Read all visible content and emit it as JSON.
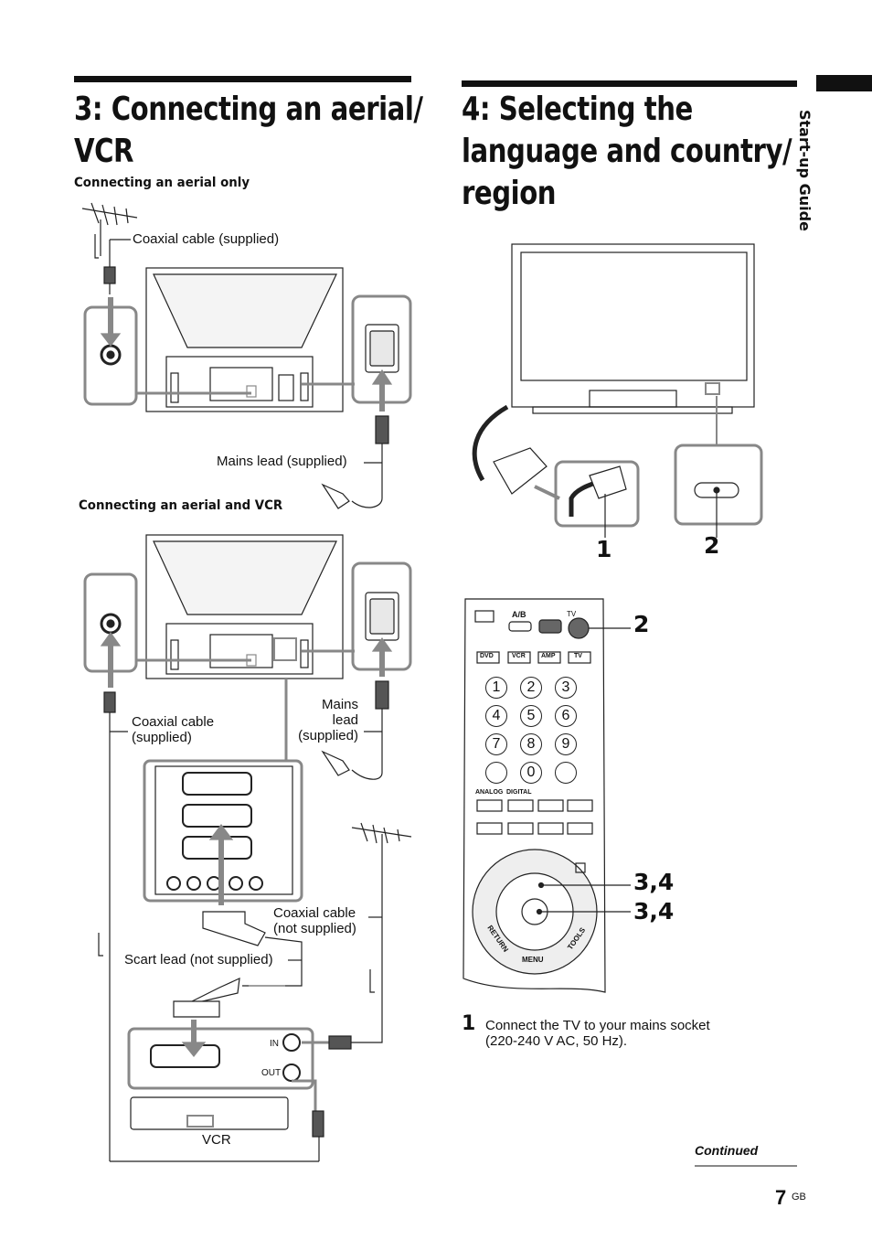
{
  "left_section": {
    "heading": "3: Connecting an aerial/\nVCR",
    "sub_aerial_only": "Connecting an aerial only",
    "sub_aerial_vcr": "Connecting an aerial and VCR",
    "coax_supplied": "Coaxial cable (supplied)",
    "mains_supplied": "Mains lead (supplied)",
    "coax_supplied_2": "Coaxial cable\n(supplied)",
    "mains_2": "Mains\nlead\n(supplied)",
    "coax_not_supplied": "Coaxial cable\n(not supplied)",
    "scart_lead": "Scart lead (not supplied)",
    "vcr_in": "IN",
    "vcr_out": "OUT",
    "vcr_label": "VCR"
  },
  "right_section": {
    "heading": "4: Selecting the\nlanguage and country/\nregion",
    "callout_1": "1",
    "callout_2": "2",
    "remote_callout_2": "2",
    "remote_callout_34a": "3,4",
    "remote_callout_34b": "3,4",
    "step1_number": "1",
    "step1_text": "Connect the TV to your mains socket\n(220-240 V AC, 50 Hz).",
    "continued": "Continued"
  },
  "remote": {
    "ab": "A/B",
    "tv": "TV",
    "btn_dvd": "DVD",
    "btn_vcr": "VCR",
    "btn_amp": "AMP",
    "btn_tv": "TV",
    "digits": [
      "1",
      "2",
      "3",
      "4",
      "5",
      "6",
      "7",
      "8",
      "9",
      "",
      "0",
      ""
    ],
    "analog": "ANALOG",
    "digital": "DIGITAL",
    "return": "RETURN",
    "tools": "TOOLS",
    "menu": "MENU"
  },
  "side_tab": "Start-up Guide",
  "page": {
    "number": "7",
    "suffix": "GB"
  }
}
